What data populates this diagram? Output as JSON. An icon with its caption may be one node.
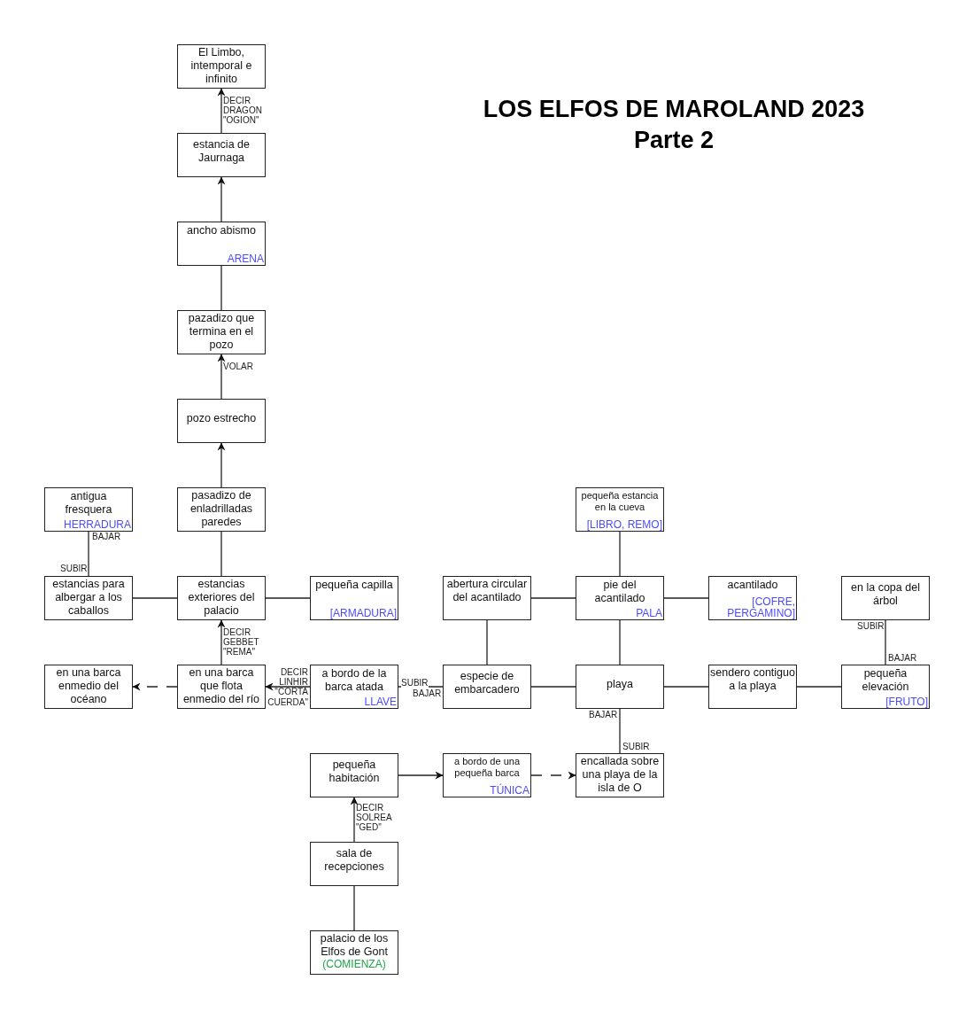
{
  "diagram": {
    "title": "LOS ELFOS DE MAROLAND 2023 Parte 2",
    "nodes": [
      {
        "text": [
          "El Limbo, intemporal e infinito"
        ]
      },
      {
        "text": [
          "estancia de Jaurnaga"
        ]
      },
      {
        "text": [
          "ancho abismo",
          "ARENA"
        ]
      },
      {
        "text": [
          "pazadizo que termina en el pozo"
        ]
      },
      {
        "text": [
          "pozo estrecho"
        ]
      },
      {
        "text": [
          "pasadizo de enladrilladas paredes"
        ]
      },
      {
        "text": [
          "antigua fresquera",
          "HERRADURA"
        ]
      },
      {
        "text": [
          "pequeña estancia en la cueva",
          "[LIBRO, REMO]"
        ]
      },
      {
        "text": [
          "estancias para albergar a los caballos"
        ]
      },
      {
        "text": [
          "estancias exteriores del palacio"
        ]
      },
      {
        "text": [
          "pequeña capilla",
          "[ARMADURA]"
        ]
      },
      {
        "text": [
          "abertura circular del acantilado"
        ]
      },
      {
        "text": [
          "pie del acantilado",
          "PALA"
        ]
      },
      {
        "text": [
          "acantilado",
          "[COFRE, PERGAMINO]"
        ]
      },
      {
        "text": [
          "en la copa del árbol"
        ]
      },
      {
        "text": [
          "en una barca enmedio del océano"
        ]
      },
      {
        "text": [
          "en una barca que flota enmedio del río"
        ]
      },
      {
        "text": [
          "a bordo de la barca atada",
          "LLAVE"
        ]
      },
      {
        "text": [
          "especie de embarcadero"
        ]
      },
      {
        "text": [
          "playa"
        ]
      },
      {
        "text": [
          "sendero contiguo a la playa"
        ]
      },
      {
        "text": [
          "pequeña elevación",
          "[FRUTO]"
        ]
      },
      {
        "text": [
          "pequeña habitación"
        ]
      },
      {
        "text": [
          "a bordo de una pequeña barca",
          "TÚNICA"
        ]
      },
      {
        "text": [
          "encallada sobre una playa de la isla de O"
        ]
      },
      {
        "text": [
          "sala de recepciones"
        ]
      },
      {
        "text": [
          "palacio de los Elfos de Gont",
          "(COMIENZA)"
        ]
      }
    ],
    "edges": [
      {
        "from": 1,
        "to": 0,
        "arrow": "to",
        "label": "DECIR DRAGON \"OGION\""
      },
      {
        "from": 2,
        "to": 1,
        "arrow": "to"
      },
      {
        "from": 3,
        "to": 2,
        "arrow": "none"
      },
      {
        "from": 4,
        "to": 3,
        "arrow": "to",
        "label": "VOLAR"
      },
      {
        "from": 5,
        "to": 4,
        "arrow": "to"
      },
      {
        "from": 9,
        "to": 5,
        "arrow": "none"
      },
      {
        "from": 6,
        "to": 8,
        "arrow": "none"
      },
      {
        "from": 8,
        "to": 9,
        "arrow": "none"
      },
      {
        "from": 9,
        "to": 10,
        "arrow": "none"
      },
      {
        "from": 16,
        "to": 9,
        "arrow": "to",
        "label": "DECIR GEBBET \"REMA\""
      },
      {
        "from": 16,
        "to": 15,
        "arrow": "to",
        "style": "dashed"
      },
      {
        "from": 17,
        "to": 16,
        "arrow": "to",
        "label": "DECIR LINHIR \"CORTA CUERDA\""
      },
      {
        "from": 17,
        "to": 18,
        "arrow": "none"
      },
      {
        "from": 18,
        "to": 19,
        "arrow": "none"
      },
      {
        "from": 11,
        "to": 18,
        "arrow": "none"
      },
      {
        "from": 11,
        "to": 12,
        "arrow": "none"
      },
      {
        "from": 7,
        "to": 12,
        "arrow": "none"
      },
      {
        "from": 12,
        "to": 13,
        "arrow": "none"
      },
      {
        "from": 12,
        "to": 19,
        "arrow": "none"
      },
      {
        "from": 19,
        "to": 20,
        "arrow": "none"
      },
      {
        "from": 20,
        "to": 21,
        "arrow": "none"
      },
      {
        "from": 14,
        "to": 21,
        "arrow": "none"
      },
      {
        "from": 19,
        "to": 24,
        "arrow": "none"
      },
      {
        "from": 22,
        "to": 23,
        "arrow": "to"
      },
      {
        "from": 23,
        "to": 24,
        "arrow": "to",
        "style": "dashed"
      },
      {
        "from": 25,
        "to": 22,
        "arrow": "to",
        "label": "DECIR SOLREA \"GED\""
      },
      {
        "from": 26,
        "to": 25,
        "arrow": "none"
      }
    ],
    "labels": [
      "BAJAR",
      "SUBIR",
      "SUBIR",
      "BAJAR",
      "SUBIR",
      "BAJAR",
      "BAJAR",
      "SUBIR"
    ]
  }
}
